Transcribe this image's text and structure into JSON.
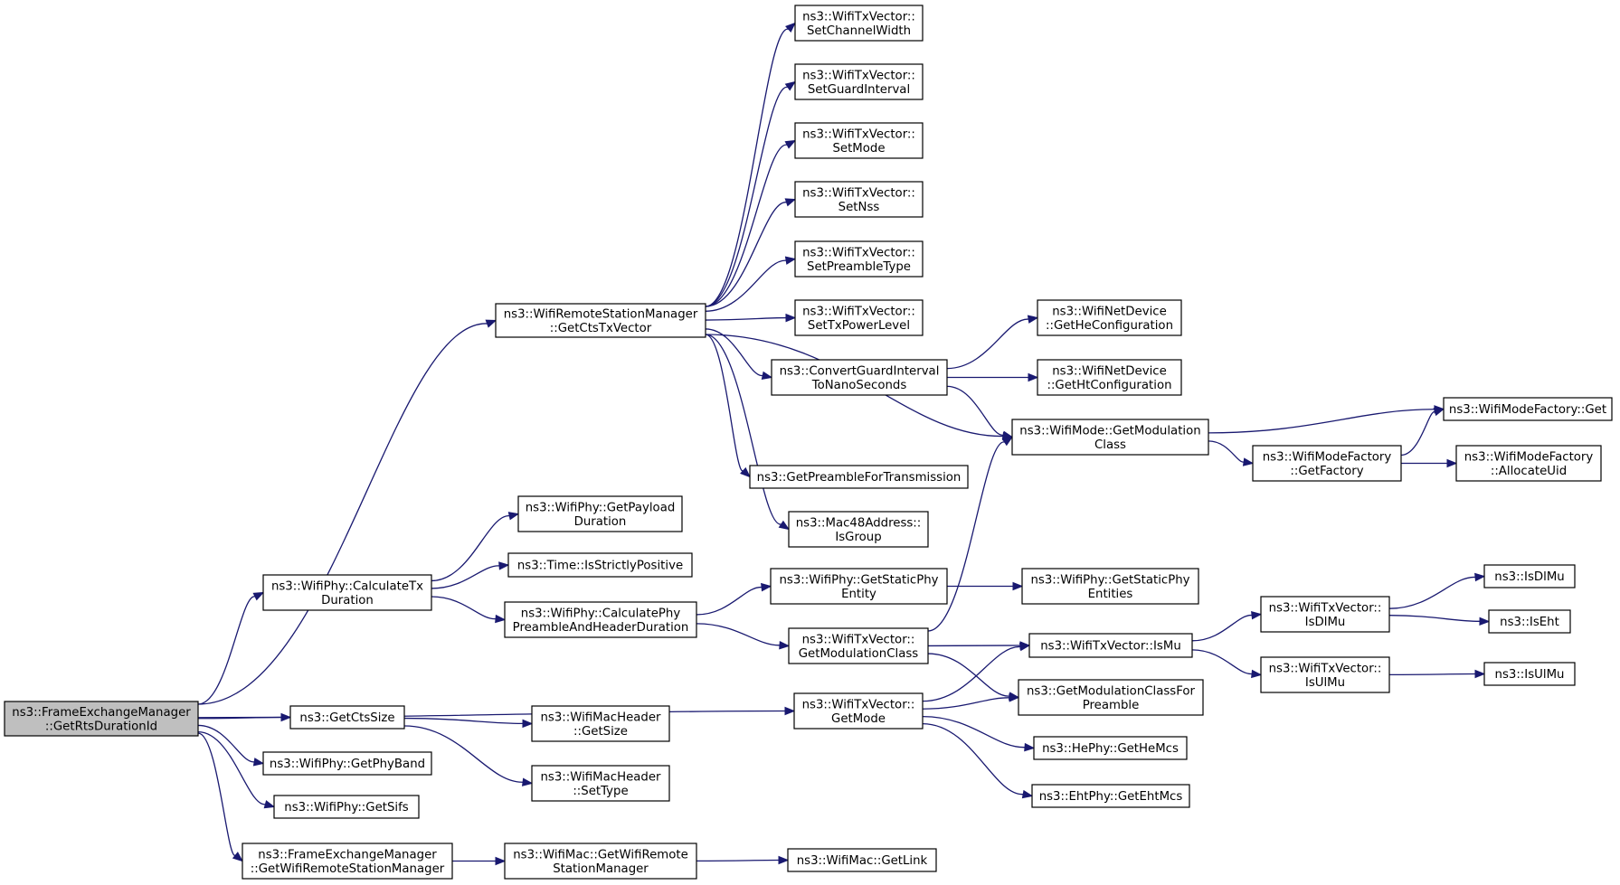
{
  "nodes": [
    {
      "id": "n0",
      "name": "root-node",
      "lines": [
        "ns3::FrameExchangeManager",
        "::GetRtsDurationId"
      ],
      "root": true
    },
    {
      "id": "n1",
      "name": "node-getctstxvector",
      "lines": [
        "ns3::WifiRemoteStationManager",
        "::GetCtsTxVector"
      ]
    },
    {
      "id": "n2",
      "name": "node-setchannelwidth",
      "lines": [
        "ns3::WifiTxVector::",
        "SetChannelWidth"
      ]
    },
    {
      "id": "n3",
      "name": "node-setguardinterval",
      "lines": [
        "ns3::WifiTxVector::",
        "SetGuardInterval"
      ]
    },
    {
      "id": "n4",
      "name": "node-setmode",
      "lines": [
        "ns3::WifiTxVector::",
        "SetMode"
      ]
    },
    {
      "id": "n5",
      "name": "node-setnss",
      "lines": [
        "ns3::WifiTxVector::",
        "SetNss"
      ]
    },
    {
      "id": "n6",
      "name": "node-setpreambletype",
      "lines": [
        "ns3::WifiTxVector::",
        "SetPreambleType"
      ]
    },
    {
      "id": "n7",
      "name": "node-settxpowerlevel",
      "lines": [
        "ns3::WifiTxVector::",
        "SetTxPowerLevel"
      ]
    },
    {
      "id": "n8",
      "name": "node-convertguardinterval",
      "lines": [
        "ns3::ConvertGuardInterval",
        "ToNanoSeconds"
      ]
    },
    {
      "id": "n9",
      "name": "node-getheconfiguration",
      "lines": [
        "ns3::WifiNetDevice",
        "::GetHeConfiguration"
      ]
    },
    {
      "id": "n10",
      "name": "node-gethtconfiguration",
      "lines": [
        "ns3::WifiNetDevice",
        "::GetHtConfiguration"
      ]
    },
    {
      "id": "n11",
      "name": "node-wifimode-getmodulationclass",
      "lines": [
        "ns3::WifiMode::GetModulation",
        "Class"
      ]
    },
    {
      "id": "n12",
      "name": "node-wifimodefactory-get",
      "lines": [
        "ns3::WifiModeFactory::Get"
      ]
    },
    {
      "id": "n13",
      "name": "node-getfactory",
      "lines": [
        "ns3::WifiModeFactory",
        "::GetFactory"
      ]
    },
    {
      "id": "n14",
      "name": "node-allocateuid",
      "lines": [
        "ns3::WifiModeFactory",
        "::AllocateUid"
      ]
    },
    {
      "id": "n15",
      "name": "node-getpreamblefortransmission",
      "lines": [
        "ns3::GetPreambleForTransmission"
      ]
    },
    {
      "id": "n16",
      "name": "node-isgroup",
      "lines": [
        "ns3::Mac48Address::",
        "IsGroup"
      ]
    },
    {
      "id": "n17",
      "name": "node-calculatetxduration",
      "lines": [
        "ns3::WifiPhy::CalculateTx",
        "Duration"
      ]
    },
    {
      "id": "n18",
      "name": "node-getpayloadduration",
      "lines": [
        "ns3::WifiPhy::GetPayload",
        "Duration"
      ]
    },
    {
      "id": "n19",
      "name": "node-isstrictlypositive",
      "lines": [
        "ns3::Time::IsStrictlyPositive"
      ]
    },
    {
      "id": "n20",
      "name": "node-calculatephypreamble",
      "lines": [
        "ns3::WifiPhy::CalculatePhy",
        "PreambleAndHeaderDuration"
      ]
    },
    {
      "id": "n21",
      "name": "node-getstaticphyentity",
      "lines": [
        "ns3::WifiPhy::GetStaticPhy",
        "Entity"
      ]
    },
    {
      "id": "n22",
      "name": "node-getstaticphyentities",
      "lines": [
        "ns3::WifiPhy::GetStaticPhy",
        "Entities"
      ]
    },
    {
      "id": "n23",
      "name": "node-txvector-getmodulationclass",
      "lines": [
        "ns3::WifiTxVector::",
        "GetModulationClass"
      ]
    },
    {
      "id": "n24",
      "name": "node-ismu",
      "lines": [
        "ns3::WifiTxVector::IsMu"
      ]
    },
    {
      "id": "n25",
      "name": "node-txvector-isdlmu",
      "lines": [
        "ns3::WifiTxVector::",
        "IsDlMu"
      ]
    },
    {
      "id": "n26",
      "name": "node-isdlmu",
      "lines": [
        "ns3::IsDlMu"
      ]
    },
    {
      "id": "n27",
      "name": "node-iseht",
      "lines": [
        "ns3::IsEht"
      ]
    },
    {
      "id": "n28",
      "name": "node-txvector-isulmu",
      "lines": [
        "ns3::WifiTxVector::",
        "IsUlMu"
      ]
    },
    {
      "id": "n29",
      "name": "node-isulmu",
      "lines": [
        "ns3::IsUlMu"
      ]
    },
    {
      "id": "n30",
      "name": "node-getmodulationclassforpreamble",
      "lines": [
        "ns3::GetModulationClassFor",
        "Preamble"
      ]
    },
    {
      "id": "n31",
      "name": "node-txvector-getmode",
      "lines": [
        "ns3::WifiTxVector::",
        "GetMode"
      ]
    },
    {
      "id": "n32",
      "name": "node-getctssize",
      "lines": [
        "ns3::GetCtsSize"
      ]
    },
    {
      "id": "n33",
      "name": "node-macheader-getsize",
      "lines": [
        "ns3::WifiMacHeader",
        "::GetSize"
      ]
    },
    {
      "id": "n34",
      "name": "node-macheader-settype",
      "lines": [
        "ns3::WifiMacHeader",
        "::SetType"
      ]
    },
    {
      "id": "n35",
      "name": "node-getphyband",
      "lines": [
        "ns3::WifiPhy::GetPhyBand"
      ]
    },
    {
      "id": "n36",
      "name": "node-getsifs",
      "lines": [
        "ns3::WifiPhy::GetSifs"
      ]
    },
    {
      "id": "n37",
      "name": "node-getwifiremotestationmanager-fem",
      "lines": [
        "ns3::FrameExchangeManager",
        "::GetWifiRemoteStationManager"
      ]
    },
    {
      "id": "n38",
      "name": "node-getwifiremotestationmanager-mac",
      "lines": [
        "ns3::WifiMac::GetWifiRemote",
        "StationManager"
      ]
    },
    {
      "id": "n39",
      "name": "node-getlink",
      "lines": [
        "ns3::WifiMac::GetLink"
      ]
    },
    {
      "id": "n40",
      "name": "node-gethemcs",
      "lines": [
        "ns3::HePhy::GetHeMcs"
      ]
    },
    {
      "id": "n41",
      "name": "node-getehtmcs",
      "lines": [
        "ns3::EhtPhy::GetEhtMcs"
      ]
    }
  ],
  "edges": [
    [
      "n0",
      "n1"
    ],
    [
      "n0",
      "n17"
    ],
    [
      "n0",
      "n31"
    ],
    [
      "n0",
      "n32"
    ],
    [
      "n0",
      "n35"
    ],
    [
      "n0",
      "n36"
    ],
    [
      "n0",
      "n37"
    ],
    [
      "n1",
      "n2"
    ],
    [
      "n1",
      "n3"
    ],
    [
      "n1",
      "n4"
    ],
    [
      "n1",
      "n5"
    ],
    [
      "n1",
      "n6"
    ],
    [
      "n1",
      "n7"
    ],
    [
      "n1",
      "n8"
    ],
    [
      "n1",
      "n11"
    ],
    [
      "n1",
      "n15"
    ],
    [
      "n1",
      "n16"
    ],
    [
      "n8",
      "n9"
    ],
    [
      "n8",
      "n10"
    ],
    [
      "n8",
      "n11"
    ],
    [
      "n11",
      "n12"
    ],
    [
      "n11",
      "n13"
    ],
    [
      "n13",
      "n12"
    ],
    [
      "n13",
      "n14"
    ],
    [
      "n17",
      "n18"
    ],
    [
      "n17",
      "n19"
    ],
    [
      "n17",
      "n20"
    ],
    [
      "n20",
      "n21"
    ],
    [
      "n20",
      "n23"
    ],
    [
      "n21",
      "n22"
    ],
    [
      "n23",
      "n11"
    ],
    [
      "n23",
      "n24"
    ],
    [
      "n23",
      "n30"
    ],
    [
      "n24",
      "n25"
    ],
    [
      "n24",
      "n28"
    ],
    [
      "n25",
      "n26"
    ],
    [
      "n25",
      "n27"
    ],
    [
      "n28",
      "n29"
    ],
    [
      "n31",
      "n24"
    ],
    [
      "n31",
      "n30"
    ],
    [
      "n31",
      "n40"
    ],
    [
      "n31",
      "n41"
    ],
    [
      "n32",
      "n33"
    ],
    [
      "n32",
      "n34"
    ],
    [
      "n37",
      "n38"
    ],
    [
      "n38",
      "n39"
    ]
  ]
}
